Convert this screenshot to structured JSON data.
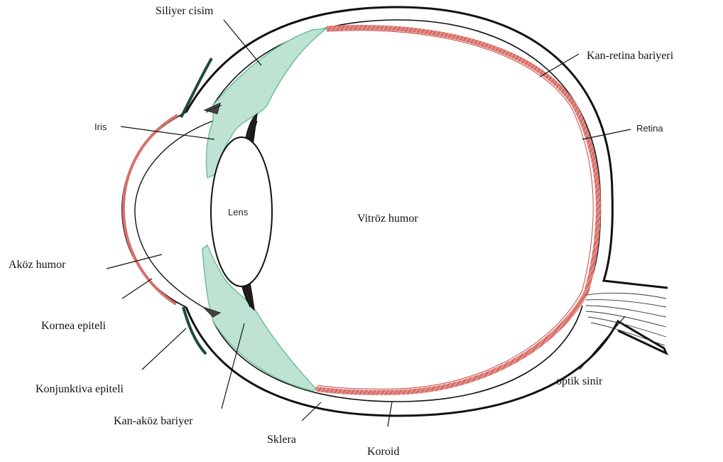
{
  "labels": {
    "siliyer_cisim": "Siliyer cisim",
    "kan_retina_bariyeri": "Kan-retina bariyeri",
    "iris": "Iris",
    "retina": "Retina",
    "lens": "Lens",
    "vitroz_humor": "Vitröz humor",
    "akoz_humor": "Aköz humor",
    "kornea_epiteli": "Kornea epiteli",
    "konjunktiva_epiteli": "Konjunktiva epiteli",
    "optik_sinir": "optik sinir",
    "kan_akoz_bariyer": "Kan-aköz bariyer",
    "sklera": "Sklera",
    "koroid": "Koroid"
  },
  "colors": {
    "barrier_red": "#d8706a",
    "ciliary_green": "#bfe3d2",
    "ciliary_edge": "#6fbf9c",
    "outline": "#111111",
    "conjunctiva": "#1d4a3d"
  }
}
